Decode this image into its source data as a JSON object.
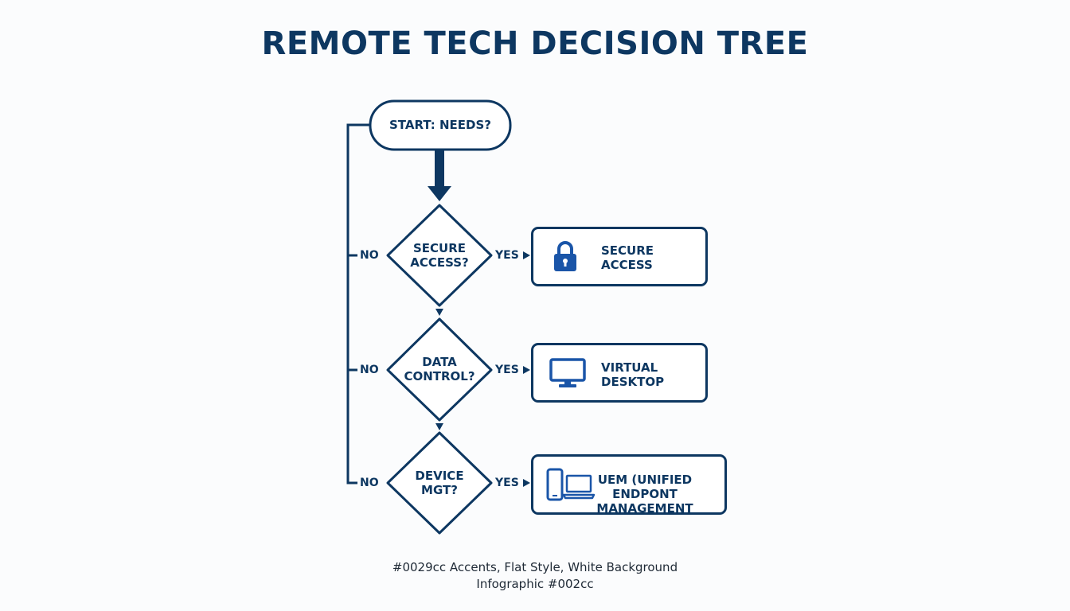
{
  "title": "REMOTE TECH DECISION TREE",
  "start": {
    "label": "START: NEEDS?"
  },
  "decisions": [
    {
      "line1": "SECURE",
      "line2": "ACCESS?",
      "yes": "YES",
      "no": "NO"
    },
    {
      "line1": "DATA",
      "line2": "CONTROL?",
      "yes": "YES",
      "no": "NO"
    },
    {
      "line1": "DEVICE",
      "line2": "MGT?",
      "yes": "YES",
      "no": "NO"
    }
  ],
  "results": [
    {
      "line1": "SECURE",
      "line2": "ACCESS",
      "icon": "lock-icon"
    },
    {
      "line1": "VIRTUAL",
      "line2": "DESKTOP",
      "icon": "monitor-icon"
    },
    {
      "line1": "UEM (UNIFIED ENDPONT",
      "line2": "MANAGEMENT",
      "icon": "phone-laptop-icon"
    }
  ],
  "footer": {
    "line1": "#0029cc Accents, Flat Style, White Background",
    "line2": "Infographic #002cc"
  },
  "colors": {
    "primary": "#0d3761",
    "accent": "#1a55a8",
    "background": "#fbfcfd"
  }
}
